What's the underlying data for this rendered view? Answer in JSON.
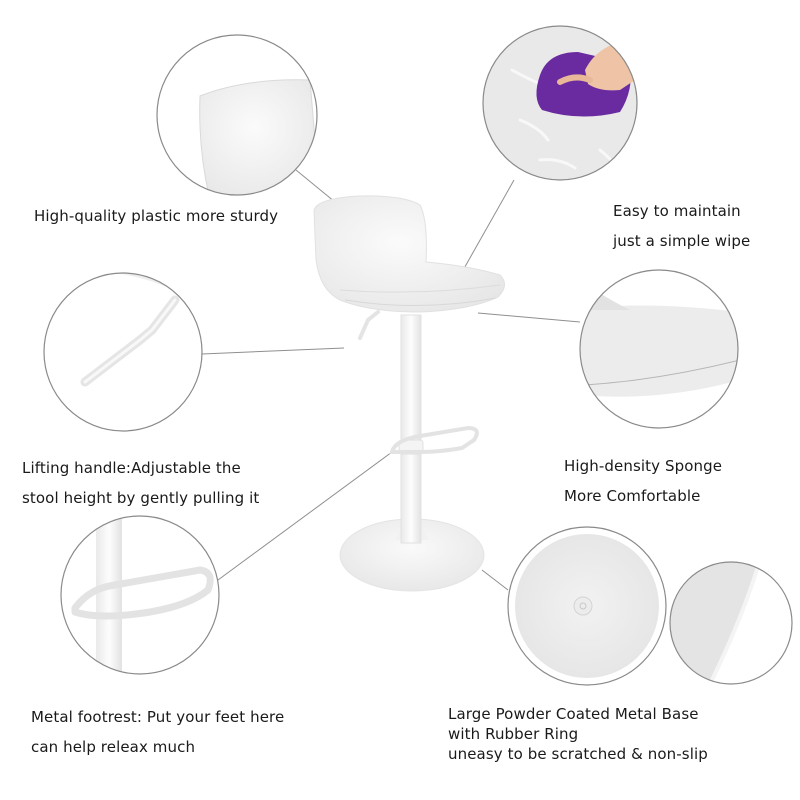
{
  "product": {
    "name": "White adjustable bar stool",
    "color": "#ffffff"
  },
  "features": [
    {
      "id": "plastic",
      "lines": [
        "High-quality plastic more sturdy"
      ],
      "detail_icon": "chair-backrest-icon"
    },
    {
      "id": "maintain",
      "lines": [
        "Easy to maintain",
        "just a simple wipe"
      ],
      "detail_icon": "cleaning-cloth-icon",
      "accent_color": "#6a2ba0"
    },
    {
      "id": "handle",
      "lines": [
        "Lifting handle:Adjustable the",
        "stool height by gently pulling it"
      ],
      "detail_icon": "lifting-handle-icon"
    },
    {
      "id": "sponge",
      "lines": [
        "High-density Sponge",
        "More Comfortable"
      ],
      "detail_icon": "seat-cushion-icon"
    },
    {
      "id": "footrest",
      "lines": [
        "Metal footrest: Put your feet here",
        "can help releax much"
      ],
      "detail_icon": "footrest-ring-icon"
    },
    {
      "id": "base",
      "lines": [
        "Large Powder Coated Metal Base",
        "with Rubber Ring",
        "uneasy to be scratched & non-slip"
      ],
      "detail_icon": "round-base-icon"
    }
  ],
  "style": {
    "circle_stroke": "#8a8a8a",
    "connector_stroke": "#8f8f8f",
    "text_color": "#1a1a1a",
    "background": "#ffffff"
  }
}
